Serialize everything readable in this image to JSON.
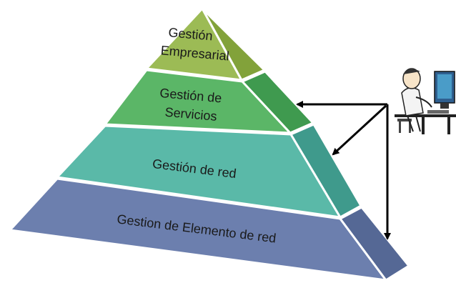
{
  "pyramid": {
    "layers": [
      {
        "id": "business",
        "lines": [
          "Gestión",
          "Empresarial"
        ],
        "front_color": "#9cbb55",
        "side_color": "#82a23a"
      },
      {
        "id": "services",
        "lines": [
          "Gestión de",
          "Servicios"
        ],
        "front_color": "#5bb667",
        "side_color": "#3f9a4f"
      },
      {
        "id": "network",
        "lines": [
          "Gestión de red"
        ],
        "front_color": "#5ab9a8",
        "side_color": "#3f9a8c"
      },
      {
        "id": "element",
        "lines": [
          "Gestion de Elemento de red"
        ],
        "front_color": "#6c7fae",
        "side_color": "#556895"
      }
    ]
  },
  "icons": {
    "operator": "computer-operator-icon",
    "arrows": "double-arrow-connector"
  },
  "colors": {
    "arrow": "#000000",
    "separator": "#ffffff"
  }
}
